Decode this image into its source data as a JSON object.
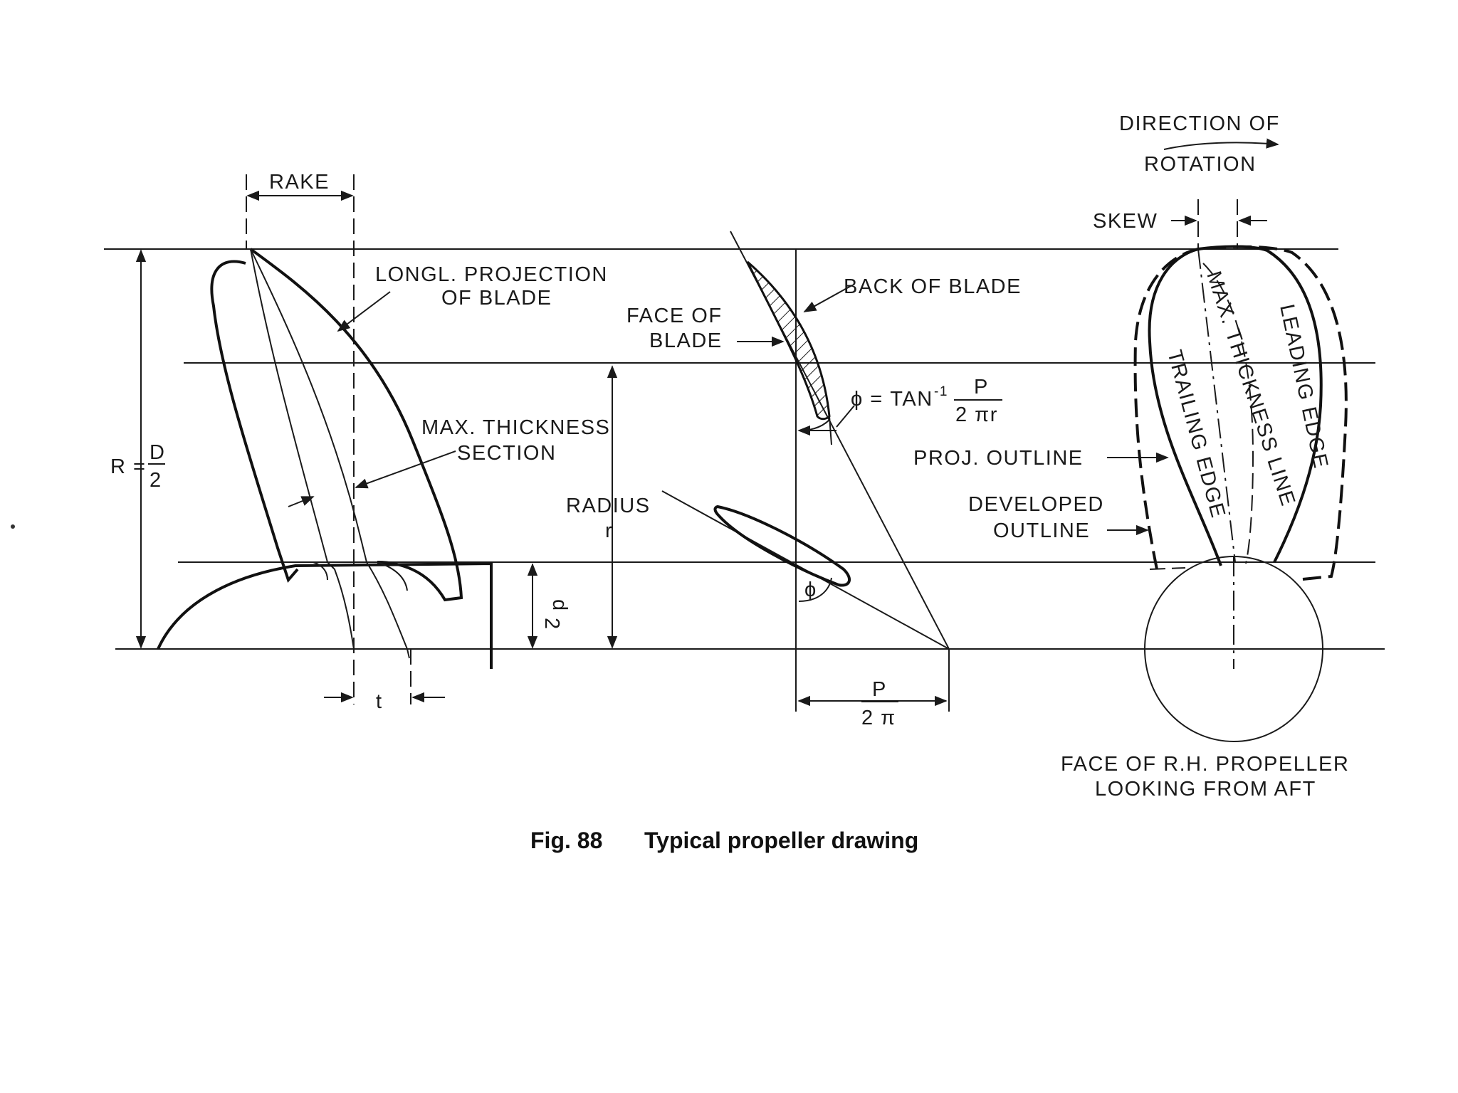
{
  "figure": {
    "caption_number": "Fig. 88",
    "caption_title": "Typical propeller drawing"
  },
  "labels": {
    "rake": "RAKE",
    "longl_projection_1": "LONGL. PROJECTION",
    "longl_projection_2": "OF BLADE",
    "max_thickness_1": "MAX. THICKNESS",
    "max_thickness_2": "SECTION",
    "r_eq": "R =",
    "D": "D",
    "two": "2",
    "t": "t",
    "d": "d",
    "face_of_blade_1": "FACE OF",
    "face_of_blade_2": "BLADE",
    "back_of_blade": "BACK OF BLADE",
    "phi_eq": "ϕ = TAN",
    "inv": "-1",
    "P": "P",
    "two_pi_r": "2 πr",
    "radius": "RADIUS",
    "r": "r",
    "phi": "ϕ",
    "two_pi": "2 π",
    "direction_1": "DIRECTION OF",
    "direction_2": "ROTATION",
    "skew": "SKEW",
    "max_thickness_line": "MAX. THICKNESS LINE",
    "leading_edge": "LEADING EDGE",
    "trailing_edge": "TRAILING EDGE",
    "proj_outline": "PROJ. OUTLINE",
    "developed_1": "DEVELOPED",
    "developed_2": "OUTLINE",
    "face_rh_1": "FACE OF R.H. PROPELLER",
    "face_rh_2": "LOOKING FROM AFT"
  },
  "colors": {
    "ink": "#1a1a1a",
    "paper": "#ffffff"
  }
}
